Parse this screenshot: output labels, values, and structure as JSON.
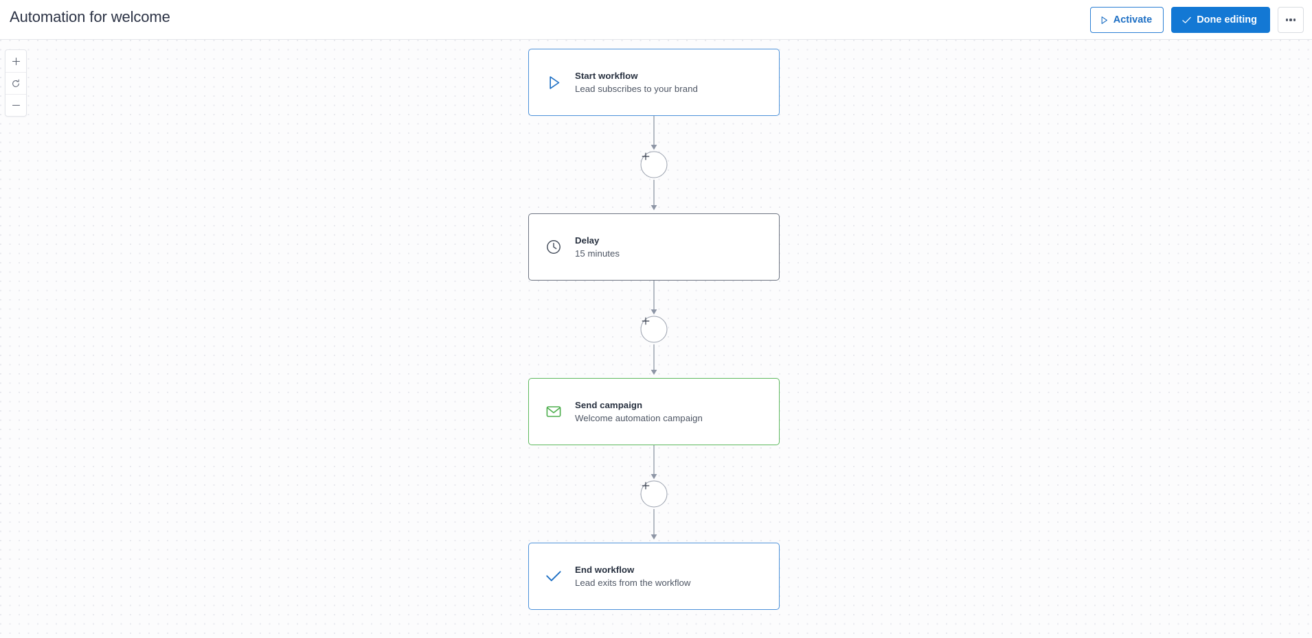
{
  "header": {
    "title": "Automation for welcome",
    "activate_label": "Activate",
    "done_label": "Done editing",
    "more_label": "",
    "accent_blue": "#1378d4",
    "outline_blue": "#2a7fd4"
  },
  "zoom_controls": [
    {
      "name": "zoom-in",
      "glyph": "+"
    },
    {
      "name": "zoom-reset",
      "glyph": "reset"
    },
    {
      "name": "zoom-out",
      "glyph": "−"
    }
  ],
  "flow": {
    "nodes": [
      {
        "id": "start",
        "title": "Start workflow",
        "subtitle": "Lead subscribes to your brand",
        "icon": "play-icon",
        "border_color": "#4a90d9",
        "icon_color": "#1d6fc4"
      },
      {
        "id": "delay",
        "title": "Delay",
        "subtitle": "15 minutes",
        "icon": "clock-icon",
        "border_color": "#6b7280",
        "icon_color": "#4a5260"
      },
      {
        "id": "send-campaign",
        "title": "Send campaign",
        "subtitle": "Welcome automation campaign",
        "icon": "envelope-icon",
        "border_color": "#5cb85c",
        "icon_color": "#4cae4c"
      },
      {
        "id": "end",
        "title": "End workflow",
        "subtitle": "Lead exits from the workflow",
        "icon": "check-icon",
        "border_color": "#4a90d9",
        "icon_color": "#1d6fc4"
      }
    ],
    "connectors": [
      {
        "id": "connector-1",
        "add_label": "+"
      },
      {
        "id": "connector-2",
        "add_label": "+"
      },
      {
        "id": "connector-3",
        "add_label": "+"
      }
    ]
  }
}
